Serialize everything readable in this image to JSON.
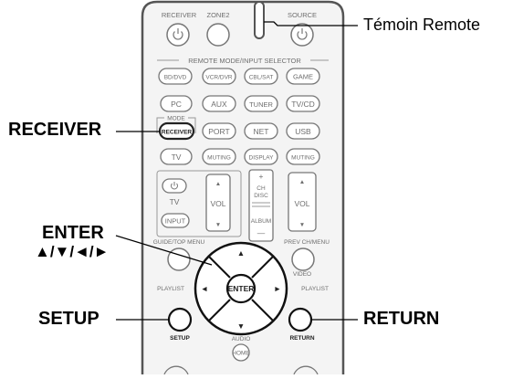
{
  "callouts": {
    "temoin_remote": "Témoin Remote",
    "receiver": "RECEIVER",
    "enter": "ENTER",
    "arrows": "▲/▼/◄/►",
    "setup": "SETUP",
    "return": "RETURN"
  },
  "remote": {
    "top": {
      "receiver": "RECEIVER",
      "zone2": "ZONE2",
      "source": "SOURCE"
    },
    "selector_header": "REMOTE MODE/INPUT SELECTOR",
    "row1": [
      "BD/DVD",
      "VCR/DVR",
      "CBL/SAT",
      "GAME"
    ],
    "row2": [
      "PC",
      "AUX",
      "TUNER",
      "TV/CD"
    ],
    "mode_label": "MODE",
    "row3": [
      "RECEIVER",
      "PORT",
      "NET",
      "USB"
    ],
    "row4": [
      "TV",
      "MUTING",
      "DISPLAY",
      "MUTING"
    ],
    "tv_block": {
      "tv": "TV",
      "input": "INPUT",
      "vol": "VOL"
    },
    "ch_block": {
      "plus": "+",
      "ch": "CH",
      "disc": "DISC",
      "album": "ALBUM",
      "minus": "—"
    },
    "vol_right": "VOL",
    "guide": "GUIDE/TOP MENU",
    "prev": "PREV CH/MENU",
    "video": "VIDEO",
    "playlist_left": "PLAYLIST",
    "playlist_right": "PLAYLIST",
    "enter_center": "ENTER",
    "setup_small": "SETUP",
    "return_small": "RETURN",
    "audio": "AUDIO",
    "home": "HOME",
    "arrow_up": "▲",
    "arrow_down": "▼",
    "arrow_left": "◄",
    "arrow_right": "►"
  },
  "colors": {
    "outline": "#555555",
    "body_fill": "#f4f4f4",
    "text_gray": "#6e6e6e",
    "callout_line": "#000000"
  }
}
